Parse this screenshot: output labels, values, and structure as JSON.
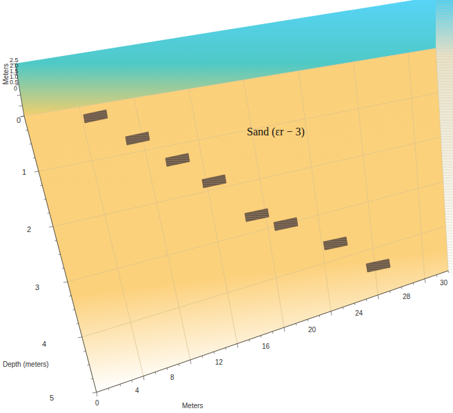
{
  "diagram": {
    "labels": [
      "Meters",
      "2.5",
      "2.0",
      "1.5",
      "1.0",
      "0.5",
      "0",
      "0",
      "1",
      "2",
      "3",
      "4",
      "5",
      "Depth (meters)",
      "0",
      "4",
      "8",
      "12",
      "16",
      "20",
      "24",
      "28",
      "30",
      "Meters",
      "Sand (εr − 3)"
    ]
  }
}
